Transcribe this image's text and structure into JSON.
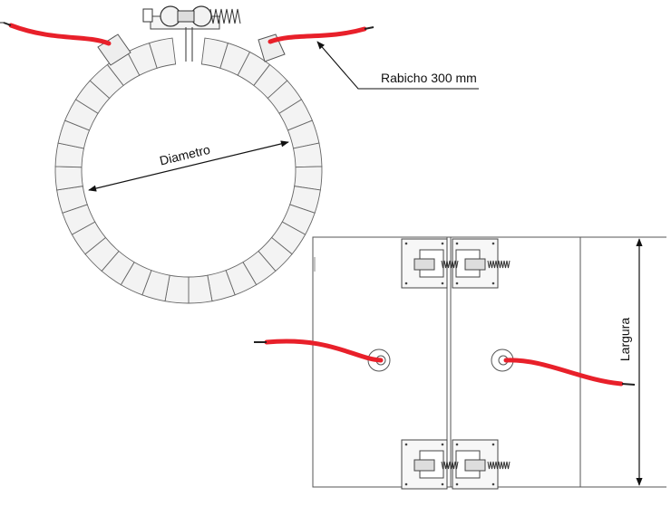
{
  "labels": {
    "diameter": "Diametro",
    "lead": "Rabicho 300 mm",
    "width": "Largura"
  },
  "colors": {
    "wire": "#e8202a",
    "outline": "#555555",
    "segment_fill": "#f2f2f2",
    "background": "#ffffff"
  },
  "icons": {
    "clamp": "screw-clamp-icon",
    "terminal": "wire-terminal-icon"
  }
}
